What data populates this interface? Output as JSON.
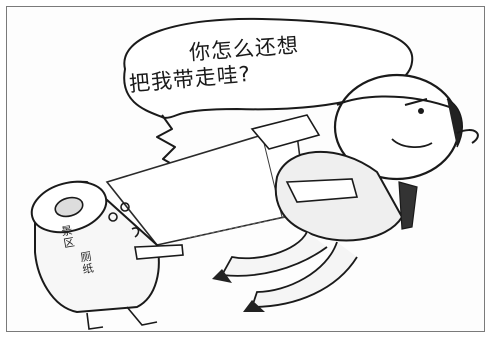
{
  "speech_bubble": {
    "line_1": "你怎么还想",
    "line_2": "把我带走哇?"
  },
  "toilet_roll_labels": {
    "label_1": "景区",
    "label_2": "厕纸"
  }
}
